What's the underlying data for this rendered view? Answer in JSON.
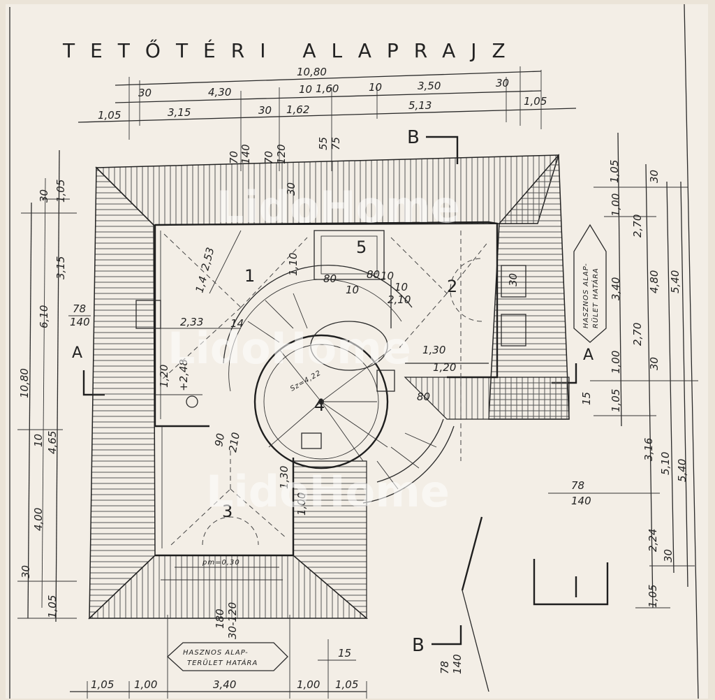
{
  "title": "TETŐTÉRI ALAPRAJZ",
  "dims_top_row1": [
    "10,80"
  ],
  "dims_top_row2": [
    "30",
    "4,30",
    "10",
    "1,60",
    "10",
    "3,50",
    "30"
  ],
  "dims_top_row3": [
    "1,05",
    "3,15",
    "30",
    "1,62",
    "5,13",
    "1,05"
  ],
  "dims_left": [
    "1,05",
    "30",
    "3,15",
    "6,10",
    "10,80",
    "10",
    "4,65",
    "4,00",
    "30",
    "1,05"
  ],
  "dims_right": [
    "1,05",
    "30",
    "1,00",
    "2,70",
    "3,40",
    "4,80",
    "5,40",
    "2,70",
    "1,00",
    "30",
    "1,05",
    "15",
    "3,16",
    "5,10",
    "5,40",
    "2,24",
    "30",
    "1,05"
  ],
  "dims_bottom": [
    "1,05",
    "1,00",
    "3,40",
    "1,00",
    "1,05",
    "15"
  ],
  "rooms": [
    "1",
    "2",
    "3",
    "4",
    "5"
  ],
  "section_labels": {
    "a_left": "A",
    "a_right": "A",
    "b_top": "B",
    "b_bottom": "B"
  },
  "notes": {
    "right_boundary": [
      "HASZNOS ALAP-",
      "RÜLET HATÁRA"
    ],
    "bottom_boundary": [
      "HASZNOS ALAP-",
      "TERÜLET HATÁRA"
    ],
    "sill_label": "pm=0,30",
    "stair_label": "Sz=4,22"
  },
  "openings": {
    "o1_top": "70",
    "o1_bot": "140",
    "o2_top": "70",
    "o2_bot": "120",
    "o3_top": "55",
    "o3_bot": "75",
    "o4_top": "78",
    "o4_bot": "140",
    "o5_top": "90",
    "o5_bot": "210",
    "o6_top": "180",
    "o6_bot": "30-120",
    "o7_top": "78",
    "o7_bot": "140",
    "o8_top": "78",
    "o8_bot": "140"
  },
  "interior_dims": [
    "2,53",
    "1,4",
    "2,33",
    "+2,48",
    "1,20",
    "80",
    "10",
    "80",
    "10",
    "10",
    "2,10",
    "1,30",
    "1,20",
    "80",
    "1,00",
    "1,30",
    "1,10",
    "30",
    "30",
    "14"
  ],
  "watermark": "LidoHome"
}
